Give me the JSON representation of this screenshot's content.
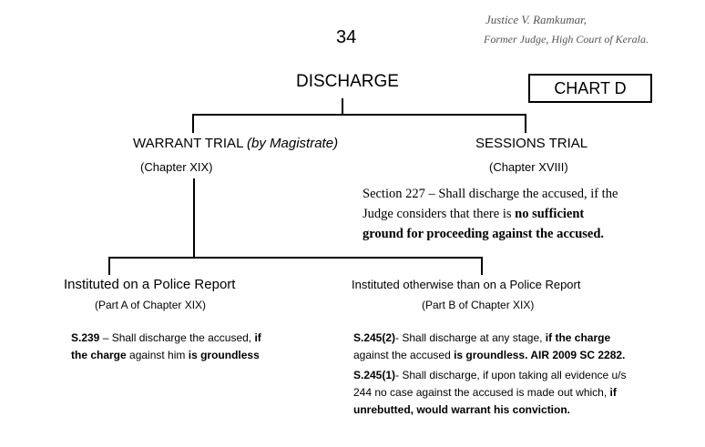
{
  "page_number": "34",
  "author": {
    "name": "Justice V. Ramkumar,",
    "position": "Former Judge, High Court of Kerala."
  },
  "title": "DISCHARGE",
  "chart_label": "CHART D",
  "warrant": {
    "heading": "WARRANT TRIAL",
    "heading_suffix": "(by Magistrate)",
    "chapter": "(Chapter XIX)"
  },
  "sessions": {
    "heading": "SESSIONS TRIAL",
    "chapter": "(Chapter XVIII)",
    "section_227": {
      "line1": "Section 227 – Shall discharge the accused, if the",
      "line2_plain": "Judge considers that there is ",
      "line2_bold": "no sufficient",
      "line3_bold": "ground for proceeding against the accused."
    }
  },
  "police_report": {
    "heading": "Instituted on a Police Report",
    "part": "(Part A of Chapter XIX)",
    "s239": {
      "prefix": "S.239",
      "text1": " – Shall discharge the accused, ",
      "bold1": "if",
      "bold2": "the  charge",
      "text2": " against him ",
      "bold3": "is groundless"
    }
  },
  "otherwise": {
    "heading": "Instituted otherwise than on a Police Report",
    "part": "(Part B of Chapter XIX)",
    "s245_2": {
      "prefix": "S.245(2)",
      "text1": "- Shall discharge at any stage, ",
      "bold1": "if the charge",
      "text2": "against the accused ",
      "bold2": "is groundless. AIR 2009  SC 2282."
    },
    "s245_1": {
      "prefix": "S.245(1)",
      "text1": "- Shall discharge, if upon taking all evidence u/s",
      "text2": "244 no case against the accused is made out which, ",
      "bold1": "if",
      "bold2": "unrebutted, would warrant his conviction."
    }
  }
}
